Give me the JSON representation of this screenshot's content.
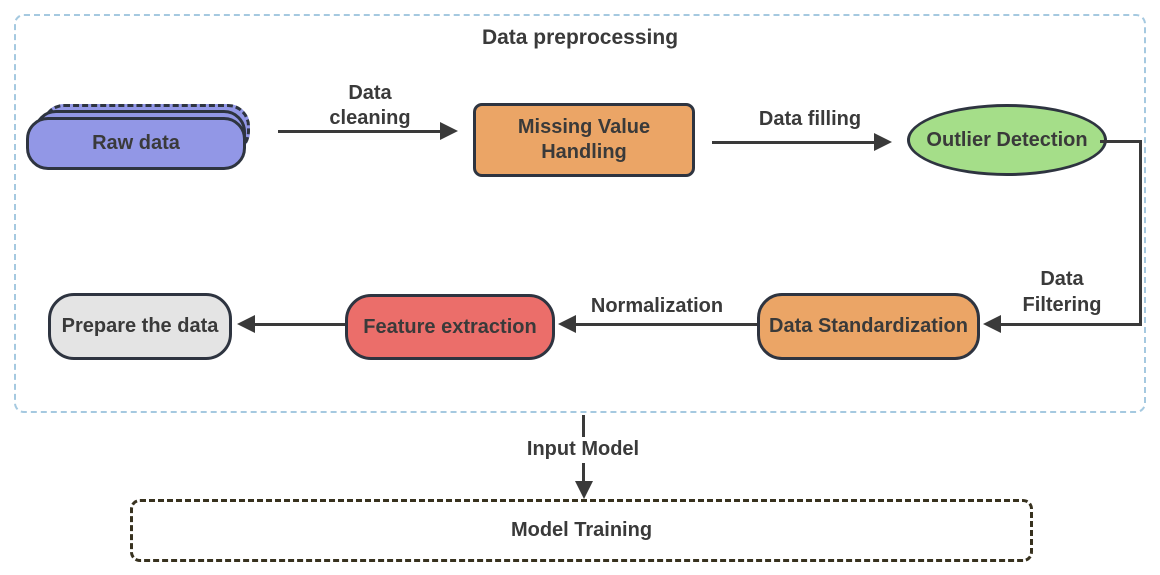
{
  "preprocessing": {
    "title": "Data preprocessing",
    "nodes": {
      "raw_data": {
        "label": "Raw data",
        "shape": "stacked-rounded-rect",
        "fill": "#9297e6"
      },
      "missing_value_handling": {
        "label": "Missing Value Handling",
        "shape": "rounded-rect",
        "fill": "#eba566"
      },
      "outlier_detection": {
        "label": "Outlier Detection",
        "shape": "ellipse",
        "fill": "#a5de89"
      },
      "data_standardization": {
        "label": "Data Standardization",
        "shape": "pill",
        "fill": "#eba566"
      },
      "feature_extraction": {
        "label": "Feature extraction",
        "shape": "pill",
        "fill": "#eb6e6a"
      },
      "prepare_the_data": {
        "label": "Prepare the data",
        "shape": "pill",
        "fill": "#e4e4e4"
      }
    },
    "edge_labels": {
      "data_cleaning": "Data cleaning",
      "data_filling": "Data filling",
      "data_filtering": "Data Filtering",
      "normalization": "Normalization"
    }
  },
  "training": {
    "edge_label": "Input Model",
    "box_label": "Model Training"
  },
  "colors": {
    "container_border": "#a5c9e0",
    "node_border": "#2e3440",
    "arrow_and_text": "#3a3a3a",
    "training_box_border": "#38321f",
    "raw_data_fill": "#9297e6",
    "orange_fill": "#eba566",
    "green_fill": "#a5de89",
    "red_fill": "#eb6e6a",
    "gray_fill": "#e4e4e4"
  }
}
